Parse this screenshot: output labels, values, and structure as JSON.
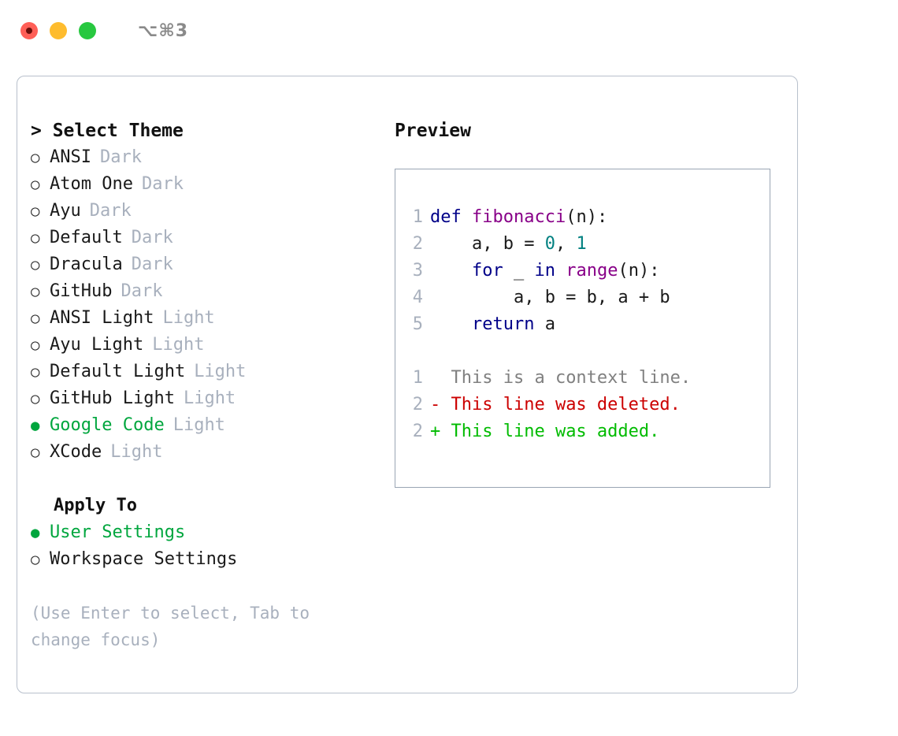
{
  "window": {
    "title": "⌥⌘3",
    "traffic_lights": [
      {
        "name": "close-button",
        "color": "#ff5f57"
      },
      {
        "name": "minimize-button",
        "color": "#febc2e"
      },
      {
        "name": "maximize-button",
        "color": "#28c840"
      }
    ]
  },
  "theme_panel": {
    "heading": "> Select Theme",
    "heading_caret": ">",
    "heading_text": "Select Theme",
    "marker_unselected": "○",
    "marker_selected": "●",
    "accent_color": "#00a63e",
    "muted_color": "#a8b0bd",
    "items": [
      {
        "marker": "○",
        "name": "ANSI",
        "kind": "Dark",
        "selected": false
      },
      {
        "marker": "○",
        "name": "Atom One",
        "kind": "Dark",
        "selected": false
      },
      {
        "marker": "○",
        "name": "Ayu",
        "kind": "Dark",
        "selected": false
      },
      {
        "marker": "○",
        "name": "Default",
        "kind": "Dark",
        "selected": false
      },
      {
        "marker": "○",
        "name": "Dracula",
        "kind": "Dark",
        "selected": false
      },
      {
        "marker": "○",
        "name": "GitHub",
        "kind": "Dark",
        "selected": false
      },
      {
        "marker": "○",
        "name": "ANSI Light",
        "kind": "Light",
        "selected": false
      },
      {
        "marker": "○",
        "name": "Ayu Light",
        "kind": "Light",
        "selected": false
      },
      {
        "marker": "○",
        "name": "Default Light",
        "kind": "Light",
        "selected": false
      },
      {
        "marker": "○",
        "name": "GitHub Light",
        "kind": "Light",
        "selected": false
      },
      {
        "marker": "●",
        "name": "Google Code",
        "kind": "Light",
        "selected": true
      },
      {
        "marker": "○",
        "name": "XCode",
        "kind": "Light",
        "selected": false
      }
    ]
  },
  "apply_to": {
    "heading": "Apply To",
    "items": [
      {
        "marker": "●",
        "name": "User Settings",
        "selected": true
      },
      {
        "marker": "○",
        "name": "Workspace Settings",
        "selected": false
      }
    ]
  },
  "hint": "(Use Enter to select, Tab to change focus)",
  "preview": {
    "heading": "Preview",
    "code_lines": [
      {
        "ln": "1",
        "tokens": [
          {
            "t": "def",
            "c": "kw"
          },
          {
            "t": " ",
            "c": "pln"
          },
          {
            "t": "fibonacci",
            "c": "fn"
          },
          {
            "t": "(n):",
            "c": "punc"
          }
        ]
      },
      {
        "ln": "2",
        "tokens": [
          {
            "t": "    a, b = ",
            "c": "pln"
          },
          {
            "t": "0",
            "c": "num"
          },
          {
            "t": ", ",
            "c": "pln"
          },
          {
            "t": "1",
            "c": "num"
          }
        ]
      },
      {
        "ln": "3",
        "tokens": [
          {
            "t": "    ",
            "c": "pln"
          },
          {
            "t": "for",
            "c": "kw"
          },
          {
            "t": " _ ",
            "c": "pln"
          },
          {
            "t": "in",
            "c": "kw"
          },
          {
            "t": " ",
            "c": "pln"
          },
          {
            "t": "range",
            "c": "fn"
          },
          {
            "t": "(n):",
            "c": "punc"
          }
        ]
      },
      {
        "ln": "4",
        "tokens": [
          {
            "t": "        a, b = b, a + b",
            "c": "pln"
          }
        ]
      },
      {
        "ln": "5",
        "tokens": [
          {
            "t": "    ",
            "c": "pln"
          },
          {
            "t": "return",
            "c": "kw"
          },
          {
            "t": " a",
            "c": "pln"
          }
        ]
      }
    ],
    "diff_lines": [
      {
        "ln": "1",
        "sign": " ",
        "text": " This is a context line.",
        "kind": "ctx"
      },
      {
        "ln": "2",
        "sign": "-",
        "text": " This line was deleted.",
        "kind": "del"
      },
      {
        "ln": "2",
        "sign": "+",
        "text": " This line was added.",
        "kind": "add"
      }
    ],
    "diff_colors": {
      "context": "#808080",
      "deleted": "#cc0000",
      "added": "#00bb00"
    }
  },
  "syntax_colors": {
    "keyword": "#000088",
    "function": "#880088",
    "number": "#008080",
    "plain": "#1a1a1a",
    "line_number": "#a8b0bd"
  }
}
